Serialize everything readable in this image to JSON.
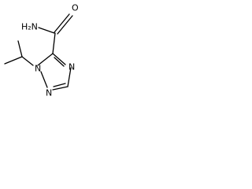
{
  "molecule": {
    "atoms": {
      "amide_n": {
        "text": "H₂N"
      },
      "carbonyl_o": {
        "text": "O"
      },
      "ring_n1": {
        "text": "N"
      },
      "ring_n2": {
        "text": "N"
      },
      "ring_n4": {
        "text": "N"
      }
    }
  }
}
